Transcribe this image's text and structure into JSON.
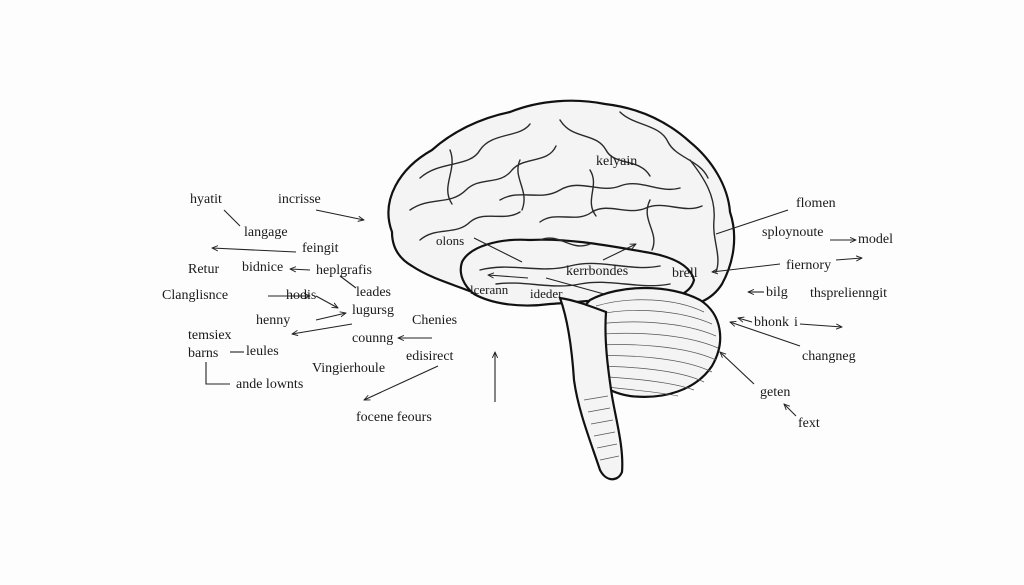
{
  "labels": {
    "hyatit": "hyatit",
    "incrisse": "incrisse",
    "langage": "langage",
    "fefngit": "feingit",
    "retur": "Retur",
    "bidnice": "bidnice",
    "heplgrafis": "heplgrafis",
    "clanglisnce": "Clanglisnce",
    "hodis": "hodis",
    "leades": "leades",
    "lugursg": "lugursg",
    "chenies": "Chenies",
    "henny": "henny",
    "temsiex": "temsiex",
    "counng": "counng",
    "barns": "barns",
    "leules": "leules",
    "vingierhoule": "Vingierhoule",
    "edisirect": "edisirect",
    "ande_lownts": "ande lownts",
    "focene_feours": "focene feours",
    "kelyain": "kelyain",
    "olons": "olons",
    "kerrbondes": "kerrbondes",
    "lcerann": "lcerann",
    "ideder": "ideder",
    "brell": "brell",
    "flomen": "flomen",
    "sploynoute": "sploynoute",
    "model": "model",
    "fiernory": "fiernory",
    "bilg": "bilg",
    "thsprelienngit": "thsprelienngit",
    "bhonk": "bhonk",
    "bhonk_i": "i",
    "changneg": "changneg",
    "geten": "geten",
    "fext": "fext"
  },
  "colors": {
    "ink": "#1a1a1a",
    "paper": "#fdfdfd",
    "brain_fill": "#f4f4f4"
  }
}
